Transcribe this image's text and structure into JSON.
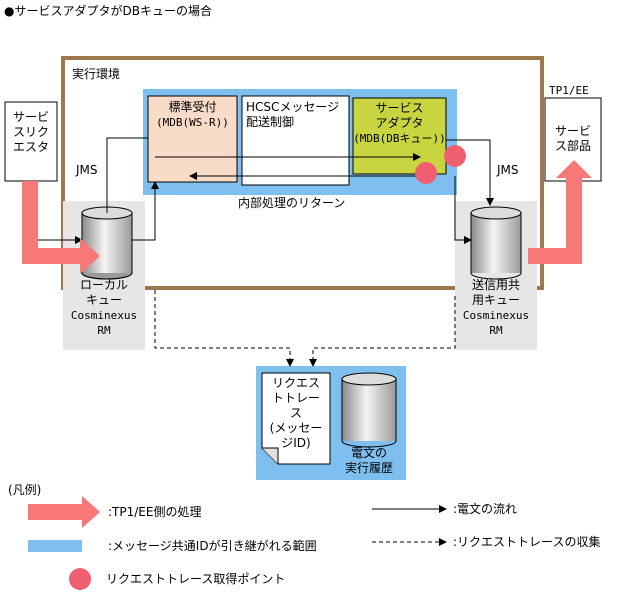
{
  "title": "●サービスアダプタがDBキューの場合",
  "container_label": "実行環境",
  "requester": {
    "lines": [
      "サービ",
      "スリク",
      "エスタ"
    ]
  },
  "tp1": {
    "label": "TP1/EE",
    "lines": [
      "サービ",
      "ス部品"
    ]
  },
  "standard_receiver": {
    "lines": [
      "標準受付",
      "(MDB(WS-R))"
    ]
  },
  "hcsc": {
    "lines": [
      "HCSCメッセージ",
      "配送制御"
    ]
  },
  "service_adapter": {
    "lines": [
      "サービス",
      "アダプタ",
      "(MDB(DBキュー))"
    ]
  },
  "internal_return": "内部処理のリターン",
  "jms_left": "JMS",
  "jms_right": "JMS",
  "local_queue": {
    "lines": [
      "ローカル",
      "キュー",
      "Cosminexus",
      "RM"
    ]
  },
  "send_queue": {
    "lines": [
      "送信用共",
      "用キュー",
      "Cosminexus",
      "RM"
    ]
  },
  "request_trace": {
    "lines": [
      "リクエス",
      "トトレー",
      "ス",
      "(メッセー",
      "ジID)"
    ]
  },
  "history": {
    "lines": [
      "電文の",
      "実行履歴"
    ]
  },
  "legend": {
    "title": "(凡例)",
    "tp1_processing": ":TP1/EE側の処理",
    "message_flow": ":電文の流れ",
    "id_range": ":メッセージ共通IDが引き継がれる範囲",
    "trace_collection": ":リクエストトレースの収集",
    "trace_point": "リクエストトレース取得ポイント"
  },
  "colors": {
    "frame": "#a07850",
    "blue_band": "#7fbfef",
    "gray_panel": "#e6e6e6",
    "receiver_fill": "#f8dcc8",
    "adapter_fill": "#c8d440",
    "pink_arrow": "#f87878",
    "trace_dot": "#f06070"
  }
}
